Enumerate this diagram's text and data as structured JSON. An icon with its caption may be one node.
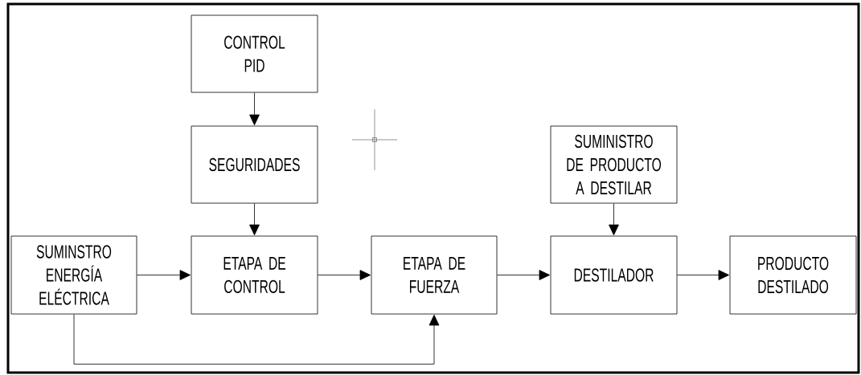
{
  "diagram": {
    "nodes": [
      {
        "text": [
          "CONTROL PID"
        ]
      },
      {
        "text": [
          "SEGURIDADES"
        ]
      },
      {
        "text": [
          "SUMINSTRO ENERGÍA ELÉCTRICA"
        ]
      },
      {
        "text": [
          "ETAPA DE CONTROL"
        ]
      },
      {
        "text": [
          "ETAPA DE FUERZA"
        ]
      },
      {
        "text": [
          "SUMINISTRO DE PRODUCTO A DESTILAR"
        ]
      },
      {
        "text": [
          "DESTILADOR"
        ]
      },
      {
        "text": [
          "PRODUCTO DESTILADO"
        ]
      }
    ],
    "edges": [
      {
        "from": 0,
        "to": 1,
        "arrow": "to"
      },
      {
        "from": 1,
        "to": 3,
        "arrow": "to"
      },
      {
        "from": 2,
        "to": 3,
        "arrow": "to"
      },
      {
        "from": 3,
        "to": 4,
        "arrow": "to"
      },
      {
        "from": 4,
        "to": 6,
        "arrow": "to"
      },
      {
        "from": 5,
        "to": 6,
        "arrow": "to"
      },
      {
        "from": 6,
        "to": 7,
        "arrow": "to"
      },
      {
        "from": 2,
        "to": 4,
        "arrow": "to"
      }
    ]
  }
}
